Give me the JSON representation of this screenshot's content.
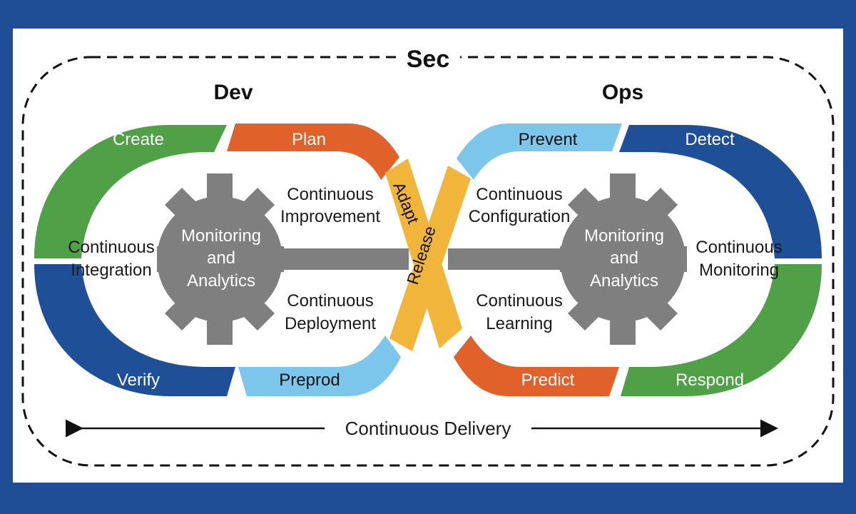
{
  "titles": {
    "sec": "Sec",
    "dev": "Dev",
    "ops": "Ops"
  },
  "segments": {
    "create": "Create",
    "plan": "Plan",
    "verify": "Verify",
    "preprod": "Preprod",
    "prevent": "Prevent",
    "detect": "Detect",
    "predict": "Predict",
    "respond": "Respond"
  },
  "bands": {
    "adapt": "Adapt",
    "release": "Release"
  },
  "left": {
    "integration": [
      "Continuous",
      "Integration"
    ],
    "improvement": [
      "Continuous",
      "Improvement"
    ],
    "deployment": [
      "Continuous",
      "Deployment"
    ],
    "gear": [
      "Monitoring",
      "and",
      "Analytics"
    ]
  },
  "right": {
    "configuration": [
      "Continuous",
      "Configuration"
    ],
    "learning": [
      "Continuous",
      "Learning"
    ],
    "monitoring": [
      "Continuous",
      "Monitoring"
    ],
    "gear": [
      "Monitoring",
      "and",
      "Analytics"
    ]
  },
  "delivery": "Continuous Delivery",
  "colors": {
    "green": "#4fa046",
    "orange": "#e0622a",
    "blue": "#1f4f97",
    "light_blue": "#7cc6ec",
    "yellow": "#f2b53c",
    "gray": "#7f7f7f",
    "frame": "#1f4e96"
  }
}
